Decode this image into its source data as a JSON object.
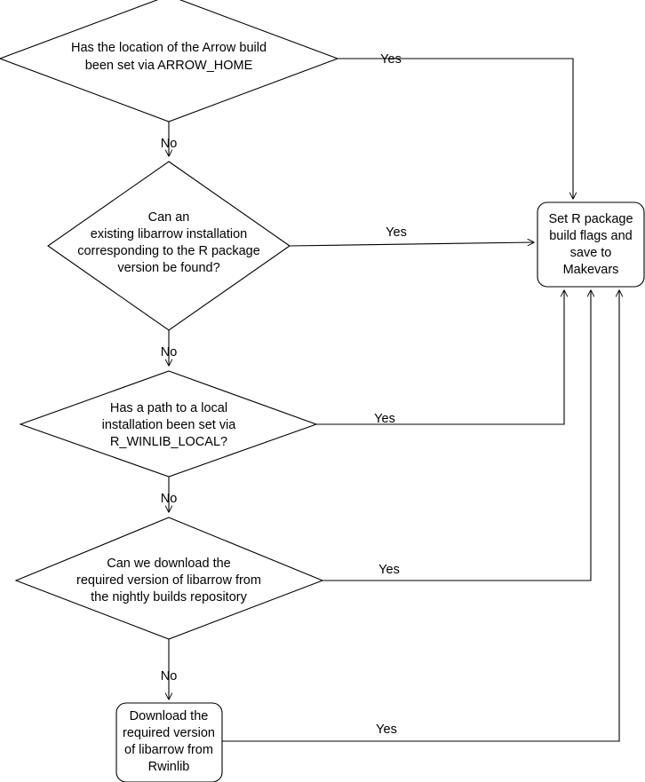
{
  "diagram": {
    "title": "Arrow R package libarrow build decision flowchart",
    "colors": {
      "background": "#ffffff",
      "stroke": "#000000",
      "text": "#000000",
      "link": "#0000ee"
    },
    "nodes": [
      {
        "id": "check-arrow-home",
        "type": "decision",
        "lines": [
          {
            "text": "Has the location of the Arrow build"
          },
          {
            "text": "been set via ",
            "suffix": "ARROW_HOME",
            "suffix_style": "env-var"
          }
        ],
        "line1": "Has the location of the Arrow build",
        "line2_prefix": "been set via ",
        "line2_var": "ARROW_HOME",
        "line2_suffix": ""
      },
      {
        "id": "check-existing-libarrow",
        "type": "decision",
        "line1": "Can an",
        "line2": "existing libarrow installation",
        "line3": "corresponding to the R package",
        "line4": "version be found?"
      },
      {
        "id": "check-r-winlib-local",
        "type": "decision",
        "line1": "Has a path to a local",
        "line2": "installation been set via",
        "line3_var": "R_WINLIB_LOCAL",
        "line3_suffix": "?"
      },
      {
        "id": "check-nightly-builds",
        "type": "decision",
        "line1": "Can we download the",
        "line2": "required version of libarrow from",
        "line3": "the nightly builds repository"
      },
      {
        "id": "set-build-flags",
        "type": "process",
        "line1": "Set R package",
        "line2": "build flags and",
        "line3": "save to",
        "line4": "Makevars"
      },
      {
        "id": "download-rwinlib",
        "type": "process",
        "line1": "Download the",
        "line2": "required version",
        "line3": "of libarrow from",
        "line4": "Rwinlib"
      }
    ],
    "edges": [
      {
        "id": "arrow-home-yes",
        "label": "Yes",
        "from": "check-arrow-home",
        "to": "set-build-flags"
      },
      {
        "id": "arrow-home-no",
        "label": "No",
        "from": "check-arrow-home",
        "to": "check-existing-libarrow"
      },
      {
        "id": "existing-libarrow-yes",
        "label": "Yes",
        "from": "check-existing-libarrow",
        "to": "set-build-flags"
      },
      {
        "id": "existing-libarrow-no",
        "label": "No",
        "from": "check-existing-libarrow",
        "to": "check-r-winlib-local"
      },
      {
        "id": "winlib-local-yes",
        "label": "Yes",
        "from": "check-r-winlib-local",
        "to": "set-build-flags"
      },
      {
        "id": "winlib-local-no",
        "label": "No",
        "from": "check-r-winlib-local",
        "to": "check-nightly-builds"
      },
      {
        "id": "nightly-yes",
        "label": "Yes",
        "from": "check-nightly-builds",
        "to": "set-build-flags"
      },
      {
        "id": "nightly-no",
        "label": "No",
        "from": "check-nightly-builds",
        "to": "download-rwinlib"
      },
      {
        "id": "rwinlib-yes",
        "label": "Yes",
        "from": "download-rwinlib",
        "to": "set-build-flags"
      }
    ]
  }
}
